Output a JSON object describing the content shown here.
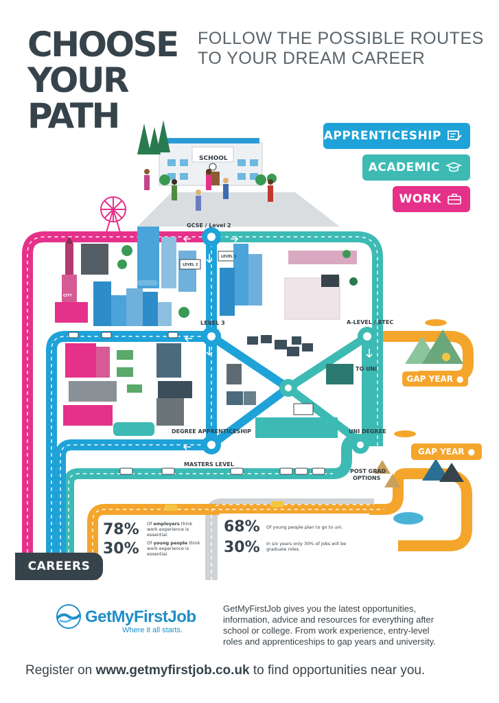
{
  "header": {
    "title_lines": [
      "CHOOSE",
      "YOUR",
      "PATH"
    ],
    "subtitle_lines": [
      "FOLLOW THE POSSIBLE ROUTES",
      "TO YOUR DREAM CAREER"
    ]
  },
  "legend": [
    {
      "label": "APPRENTICESHIP",
      "color": "#1ea2d8",
      "icon": "certificate-icon"
    },
    {
      "label": "ACADEMIC",
      "color": "#3dbab4",
      "icon": "graduation-cap-icon"
    },
    {
      "label": "WORK",
      "color": "#e5318a",
      "icon": "briefcase-icon"
    }
  ],
  "route_colors": {
    "apprenticeship": "#1ea2d8",
    "academic": "#3dbab4",
    "work": "#e5318a",
    "gap_year": "#f4a52b",
    "grey": "#cfd3d6",
    "dark": "#36434b"
  },
  "labels": {
    "school": "SCHOOL",
    "gcse": "GCSE / Level 2",
    "level1": "LEVEL 1",
    "level2": "LEVEL 2",
    "level3": "LEVEL 3",
    "alevel": "A-LEVEL / BTEC",
    "to_uni": "TO UNI",
    "city": "CITY",
    "degree_apprenticeship": "DEGREE APPRENTICESHIP",
    "uni_degree": "UNI DEGREE",
    "masters_level": "MASTERS LEVEL",
    "post_grad": [
      "POST GRAD",
      "OPTIONS"
    ],
    "gap_year": "GAP YEAR",
    "careers": "CAREERS"
  },
  "stats": {
    "left": [
      {
        "value": "78%",
        "pre": "Of ",
        "bold": "employers",
        "post": " think work experience is essential."
      },
      {
        "value": "30%",
        "pre": "Of ",
        "bold": "young people",
        "post": " think work experience is essential."
      }
    ],
    "right": [
      {
        "value": "68%",
        "text": "Of young people plan to go to uni."
      },
      {
        "value": "30%",
        "text": "In six years only 30% of jobs will be graduate roles."
      }
    ]
  },
  "footer": {
    "logo_name": "GetMyFirstJob",
    "logo_tagline": "Where it all starts.",
    "description": "GetMyFirstJob gives you the latest opportunities, information, advice and resources for everything after school or college. From work experience, entry-level roles and apprenticeships to gap years and university.",
    "register_pre": "Register on ",
    "register_url": "www.getmyfirstjob.co.uk",
    "register_post": " to find opportunities near you."
  }
}
